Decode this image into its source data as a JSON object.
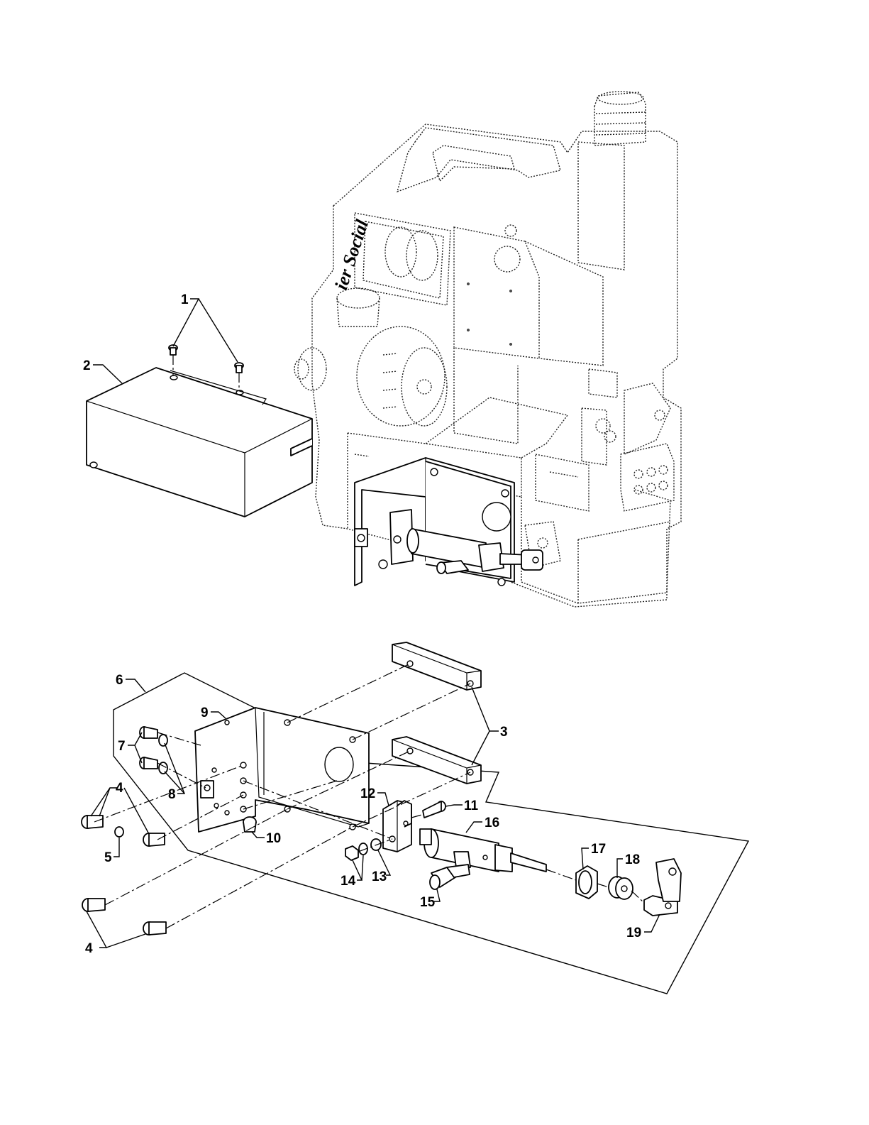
{
  "diagram": {
    "brand_text": "ier Social",
    "callouts": {
      "c1": "1",
      "c2": "2",
      "c3": "3",
      "c4a": "4",
      "c4b": "4",
      "c5": "5",
      "c6": "6",
      "c7": "7",
      "c8": "8",
      "c9": "9",
      "c10": "10",
      "c11": "11",
      "c12": "12",
      "c13": "13",
      "c14": "14",
      "c15": "15",
      "c16": "16",
      "c17": "17",
      "c18": "18",
      "c19": "19"
    },
    "colors": {
      "ink": "#000000",
      "paper": "#ffffff"
    }
  }
}
